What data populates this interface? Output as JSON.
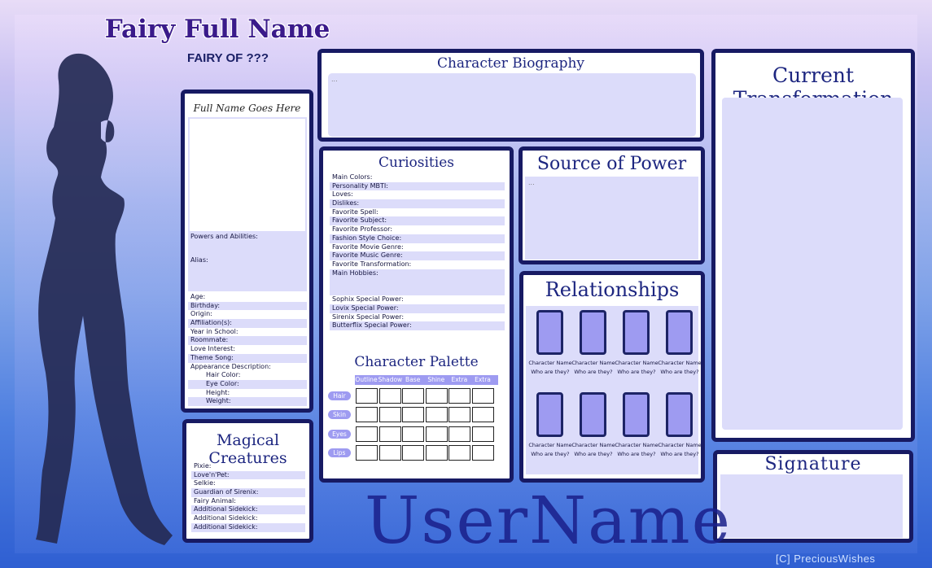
{
  "header": {
    "name": "Fairy Full Name",
    "fairy_of": "FAIRY OF ???"
  },
  "profile": {
    "name_placeholder": "Full Name Goes Here",
    "powers": "Powers and Abilities:",
    "alias": "Alias:",
    "fields": [
      "Age:",
      "Birthday:",
      "Origin:",
      "Affiliation(s):",
      "Year in School:",
      "Roommate:",
      "Love Interest:",
      "Theme Song:",
      "Appearance Description:"
    ],
    "appearance": [
      "Hair Color:",
      "Eye Color:",
      "Height:",
      "Weight:"
    ]
  },
  "creatures": {
    "title": "Magical Creatures",
    "fields": [
      "Pixie:",
      "Love'n'Pet:",
      "Selkie:",
      "Guardian of Sirenix:",
      "Fairy Animal:",
      "Additional Sidekick:",
      "Additional Sidekick:",
      "Additional Sidekick:"
    ]
  },
  "biography": {
    "title": "Character Biography",
    "text": "..."
  },
  "curiosities": {
    "title": "Curiosities",
    "fields": [
      "Main Colors:",
      "Personality MBTI:",
      "Loves:",
      "Dislikes:",
      "Favorite Spell:",
      "Favorite Subject:",
      "Favorite Professor:",
      "Fashion Style Choice:",
      "Favorite Movie Genre:",
      "Favorite Music Genre:",
      "Favorite Transformation:",
      "Main Hobbies:"
    ],
    "specials": [
      "Sophix Special Power:",
      "Lovix Special Power:",
      "Sirenix Special Power:",
      "Butterflix Special Power:"
    ]
  },
  "palette": {
    "title": "Character Palette",
    "columns": [
      "Outline",
      "Shadow",
      "Base",
      "Shine",
      "Extra",
      "Extra"
    ],
    "rows": [
      "Hair",
      "Skin",
      "Eyes",
      "Lips"
    ]
  },
  "source": {
    "title": "Source of Power",
    "text": "..."
  },
  "relationships": {
    "title": "Relationships",
    "cards": [
      {
        "name": "Character Name",
        "who": "Who are they?"
      },
      {
        "name": "Character Name",
        "who": "Who are they?"
      },
      {
        "name": "Character Name",
        "who": "Who are they?"
      },
      {
        "name": "Character Name",
        "who": "Who are they?"
      },
      {
        "name": "Character Name",
        "who": "Who are they?"
      },
      {
        "name": "Character Name",
        "who": "Who are they?"
      },
      {
        "name": "Character Name",
        "who": "Who are they?"
      },
      {
        "name": "Character Name",
        "who": "Who are they?"
      }
    ]
  },
  "transformation": {
    "title": "Current Transformation"
  },
  "signature": {
    "title": "Signature"
  },
  "username": "UserName",
  "credit": "[C] PreciousWishes",
  "colors": {
    "border": "#171a63",
    "lavender": "#dcdcfa",
    "card": "#9e9bf1",
    "title": "#1d2680"
  }
}
